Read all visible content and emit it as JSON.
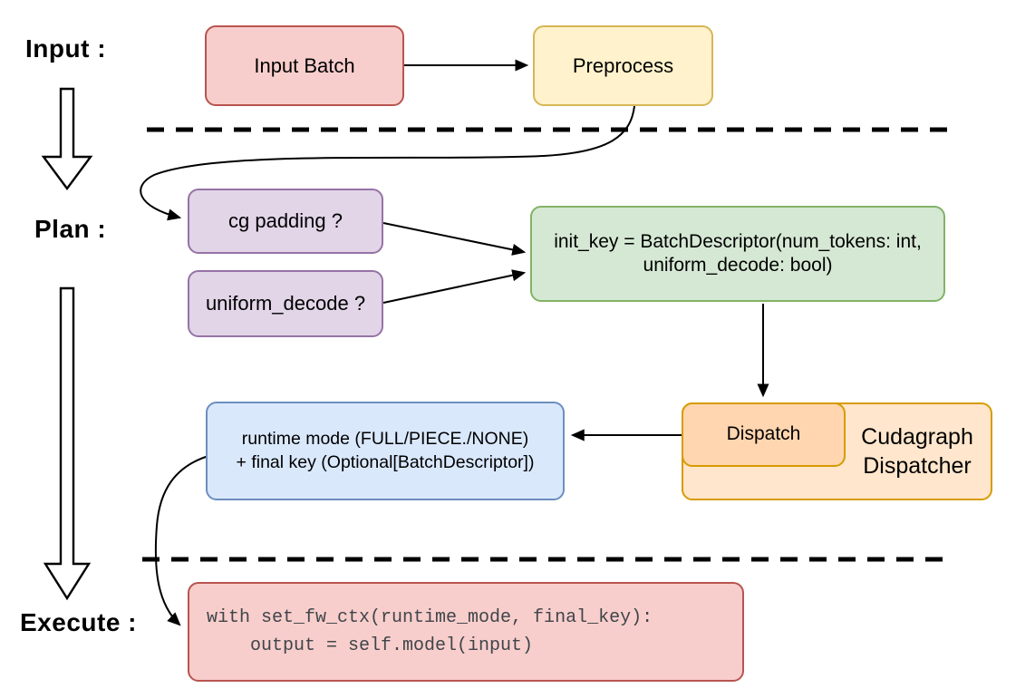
{
  "stages": {
    "input_label": "Input :",
    "plan_label": "Plan :",
    "execute_label": "Execute :"
  },
  "nodes": {
    "input_batch": "Input Batch",
    "preprocess": "Preprocess",
    "cg_padding": "cg padding ?",
    "uniform_decode": "uniform_decode ?",
    "init_key_line1": "init_key = BatchDescriptor(num_tokens: int,",
    "init_key_line2": "uniform_decode: bool)",
    "dispatch": "Dispatch",
    "dispatcher_line1": "Cudagraph",
    "dispatcher_line2": "Dispatcher",
    "runtime_line1": "runtime mode (FULL/PIECE./NONE)",
    "runtime_line2": "+ final key (Optional[BatchDescriptor])",
    "code_line1": "with set_fw_ctx(runtime_mode, final_key):",
    "code_line2": "    output = self.model(input)"
  },
  "colors": {
    "red_fill": "#f8cecc",
    "red_stroke": "#b85450",
    "yellow_fill": "#fff2cc",
    "yellow_stroke": "#d6b656",
    "purple_fill": "#e1d5e7",
    "purple_stroke": "#9673a6",
    "green_fill": "#d5e8d4",
    "green_stroke": "#82b366",
    "blue_fill": "#dae8fc",
    "blue_stroke": "#6c8ebf",
    "orange_outer_fill": "#ffe6cc",
    "orange_inner_fill": "#ffd6b0",
    "orange_stroke": "#d79b00",
    "arrow_color": "#000000",
    "code_text_color": "#3f454a",
    "background": "#ffffff"
  }
}
